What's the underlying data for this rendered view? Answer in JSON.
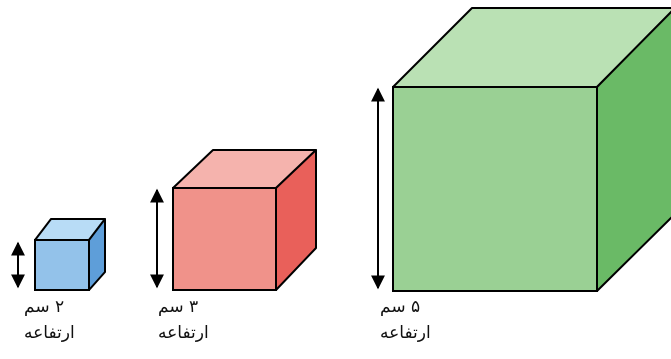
{
  "colors": {
    "blue": {
      "front": "#93c2ea",
      "top": "#b8dcf6",
      "side": "#5e9ed9"
    },
    "red": {
      "front": "#f0928a",
      "top": "#f5b3ad",
      "side": "#e9605a"
    },
    "green": {
      "front": "#9ad094",
      "top": "#bae1b4",
      "side": "#6aba66"
    },
    "stroke": "#000000"
  },
  "cubes": [
    {
      "name": "small",
      "color": "blue",
      "height_value": "۲ سم",
      "height_label": "ارتفاعه"
    },
    {
      "name": "medium",
      "color": "red",
      "height_value": "۳ سم",
      "height_label": "ارتفاعه"
    },
    {
      "name": "large",
      "color": "green",
      "height_value": "۵ سم",
      "height_label": "ارتفاعه"
    }
  ]
}
